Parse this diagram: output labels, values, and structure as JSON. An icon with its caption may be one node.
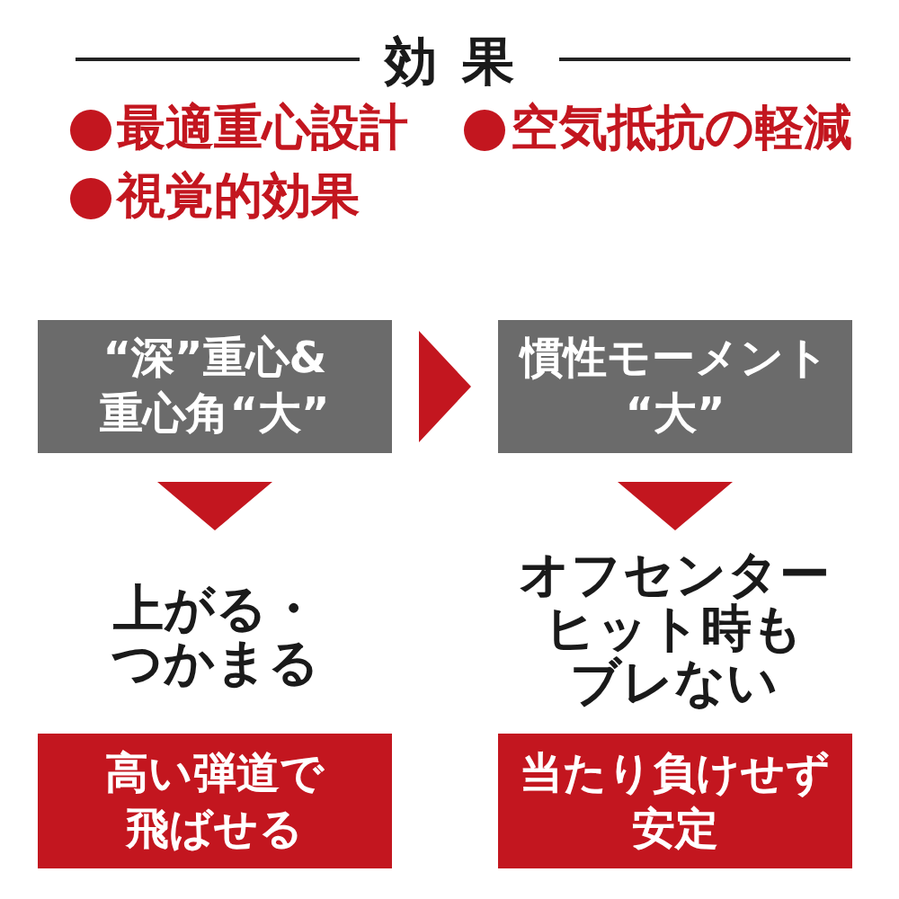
{
  "diagram": {
    "title": "効果",
    "nodes": [
      {
        "text": [
          "“深”重心&重心角“大”"
        ]
      },
      {
        "text": [
          "慣性モーメント“大”"
        ]
      },
      {
        "text": [
          "上がる・つかまる"
        ]
      },
      {
        "text": [
          "オフセンターヒット時もブレない"
        ]
      },
      {
        "text": [
          "高い弾道で飛ばせる"
        ]
      },
      {
        "text": [
          "当たり負けせず安定"
        ]
      }
    ],
    "edges": [
      {
        "from": 0,
        "to": 1,
        "arrow": "to"
      },
      {
        "from": 0,
        "to": 2,
        "arrow": "to"
      },
      {
        "from": 1,
        "to": 3,
        "arrow": "to"
      }
    ],
    "labels": [
      "最適重心設計",
      "空気抵抗の軽減",
      "視覚的効果"
    ]
  }
}
